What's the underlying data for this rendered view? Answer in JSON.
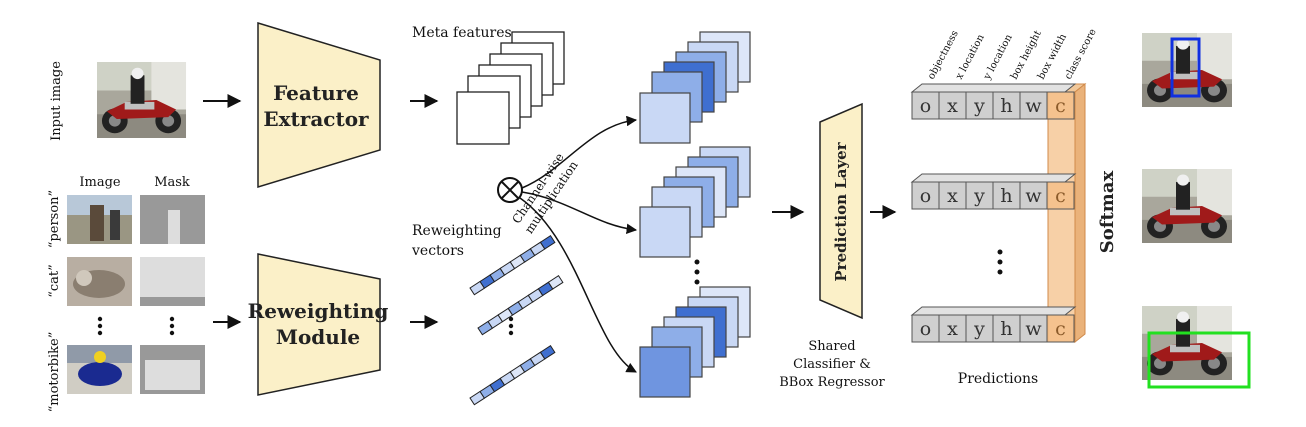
{
  "inputs": {
    "input_image_label": "Input image",
    "image_header": "Image",
    "mask_header": "Mask",
    "classes": [
      "“person”",
      "“cat”",
      "“motorbike”"
    ]
  },
  "modules": {
    "feature_extractor": [
      "Feature",
      "Extractor"
    ],
    "reweighting_module": [
      "Reweighting",
      "Module"
    ],
    "prediction_layer": "Prediction Layer"
  },
  "labels": {
    "meta_features": "Meta features",
    "reweighting_vectors": [
      "Reweighting",
      "vectors"
    ],
    "channel_wise": [
      "Channel-wise",
      "multiplication"
    ],
    "shared": [
      "Shared",
      "Classifier &",
      "BBox Regressor"
    ],
    "predictions": "Predictions",
    "softmax": "Softmax"
  },
  "prediction_columns": [
    "objectness",
    "x location",
    "y location",
    "box height",
    "box width",
    "class score"
  ],
  "prediction_cells": [
    "o",
    "x",
    "y",
    "h",
    "w",
    "c"
  ],
  "colors": {
    "module_fill": "#fbf0c8",
    "blue_light": "#c9d8f5",
    "blue_mid": "#8eaee8",
    "blue_dark": "#3f6fd0",
    "cell_gray": "#cfcfcf",
    "class_score_fill": "#f4c08a",
    "box_blue": "#1030e0",
    "box_green": "#22e020"
  }
}
